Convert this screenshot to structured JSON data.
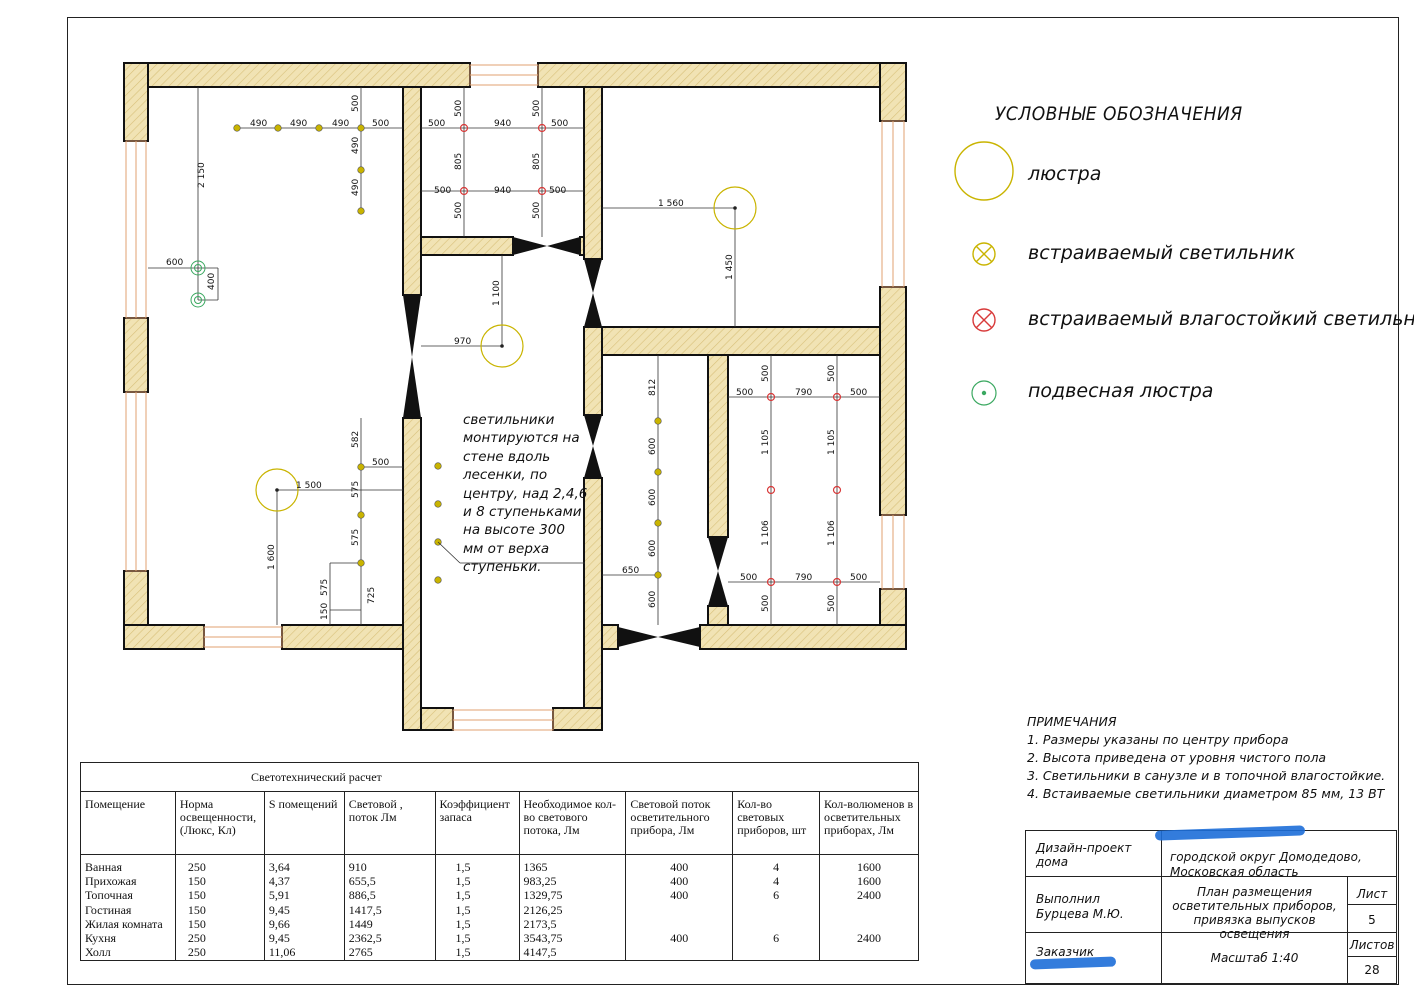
{
  "legend": {
    "title": "УСЛОВНЫЕ ОБОЗНАЧЕНИЯ",
    "items": [
      {
        "symbol": "chandelier-icon",
        "label": "люстра",
        "color": "#c9b400"
      },
      {
        "symbol": "recessed-light-icon",
        "label": "встраиваемый светильник",
        "color": "#c9b400"
      },
      {
        "symbol": "waterproof-light-icon",
        "label": "встраиваемый влагостойкий светильник",
        "color": "#d83a3a"
      },
      {
        "symbol": "pendant-icon",
        "label": "подвесная люстра",
        "color": "#3aa860"
      }
    ]
  },
  "stair_note": "светильники монтируются на стене вдоль лесенки, по центру, над 2,4,6 и 8 ступеньками на высоте 300 мм от верха ступеньки.",
  "dimensions": {
    "living_top": [
      "490",
      "490",
      "490",
      "500",
      "500",
      "490",
      "490",
      "2 150",
      "600",
      "400"
    ],
    "living_bottom": [
      "582",
      "500",
      "575",
      "575",
      "725",
      "575",
      "150",
      "1 500",
      "1 600"
    ],
    "bath": [
      "500",
      "940",
      "500",
      "500",
      "805",
      "805",
      "500",
      "940",
      "500",
      "500",
      "500",
      "500",
      "500"
    ],
    "hall": [
      "970",
      "1 100"
    ],
    "room_ne": [
      "1 560",
      "1 450"
    ],
    "boiler": [
      "812",
      "600",
      "600",
      "600",
      "600",
      "650"
    ],
    "kitchen": [
      "500",
      "500",
      "790",
      "500",
      "500",
      "1 105",
      "1 105",
      "1 106",
      "1 106",
      "500",
      "790",
      "500",
      "500",
      "500"
    ]
  },
  "notes": {
    "title": "ПРИМЕЧАНИЯ",
    "items": [
      "1. Размеры указаны по центру прибора",
      "2. Высота приведена от уровня чистого пола",
      "3. Светильники в санузле и в топочной влагостойкие.",
      "4. Встаиваемые светильники диаметром 85 мм, 13 ВТ"
    ]
  },
  "calc_table": {
    "caption": "Светотехнический расчет",
    "headers": [
      "Помещение",
      "Норма освещенности, (Люкс, Кл)",
      "S помещений",
      "Световой , поток Лм",
      "Коэффициент запаса",
      "Необходимое кол-во светового потока, Лм",
      "Световой поток осветительного прибора, Лм",
      "Кол-во световых приборов, шт",
      "Кол-волюменов в осветительных приборах, Лм"
    ],
    "rows": [
      [
        "Ванная",
        "250",
        "3,64",
        "910",
        "1,5",
        "1365",
        "400",
        "4",
        "1600"
      ],
      [
        "Прихожая",
        "150",
        "4,37",
        "655,5",
        "1,5",
        "983,25",
        "400",
        "4",
        "1600"
      ],
      [
        "Топочная",
        "150",
        "5,91",
        "886,5",
        "1,5",
        "1329,75",
        "400",
        "6",
        "2400"
      ],
      [
        "Гостиная",
        "150",
        "9,45",
        "1417,5",
        "1,5",
        "2126,25",
        "",
        "",
        ""
      ],
      [
        "Жилая комната",
        "150",
        "9,66",
        "1449",
        "1,5",
        "2173,5",
        "",
        "",
        ""
      ],
      [
        "Кухня",
        "250",
        "9,45",
        "2362,5",
        "1,5",
        "3543,75",
        "400",
        "6",
        "2400"
      ],
      [
        "Холл",
        "250",
        "11,06",
        "2765",
        "1,5",
        "4147,5",
        "",
        "",
        ""
      ]
    ]
  },
  "stamp": {
    "project_label": "Дизайн-проект дома",
    "address": "городской округ Домодедово, Московская область",
    "performed_label": "Выполнил",
    "performer": "Бурцева М.Ю.",
    "sheet_title": "План размещения осветительных приборов, привязка выпусков освещения",
    "sheet_label": "Лист",
    "sheet_no": "5",
    "customer_label": "Заказчик",
    "scale": "Масштаб 1:40",
    "sheets_label": "Листов",
    "sheets_total": "28"
  }
}
